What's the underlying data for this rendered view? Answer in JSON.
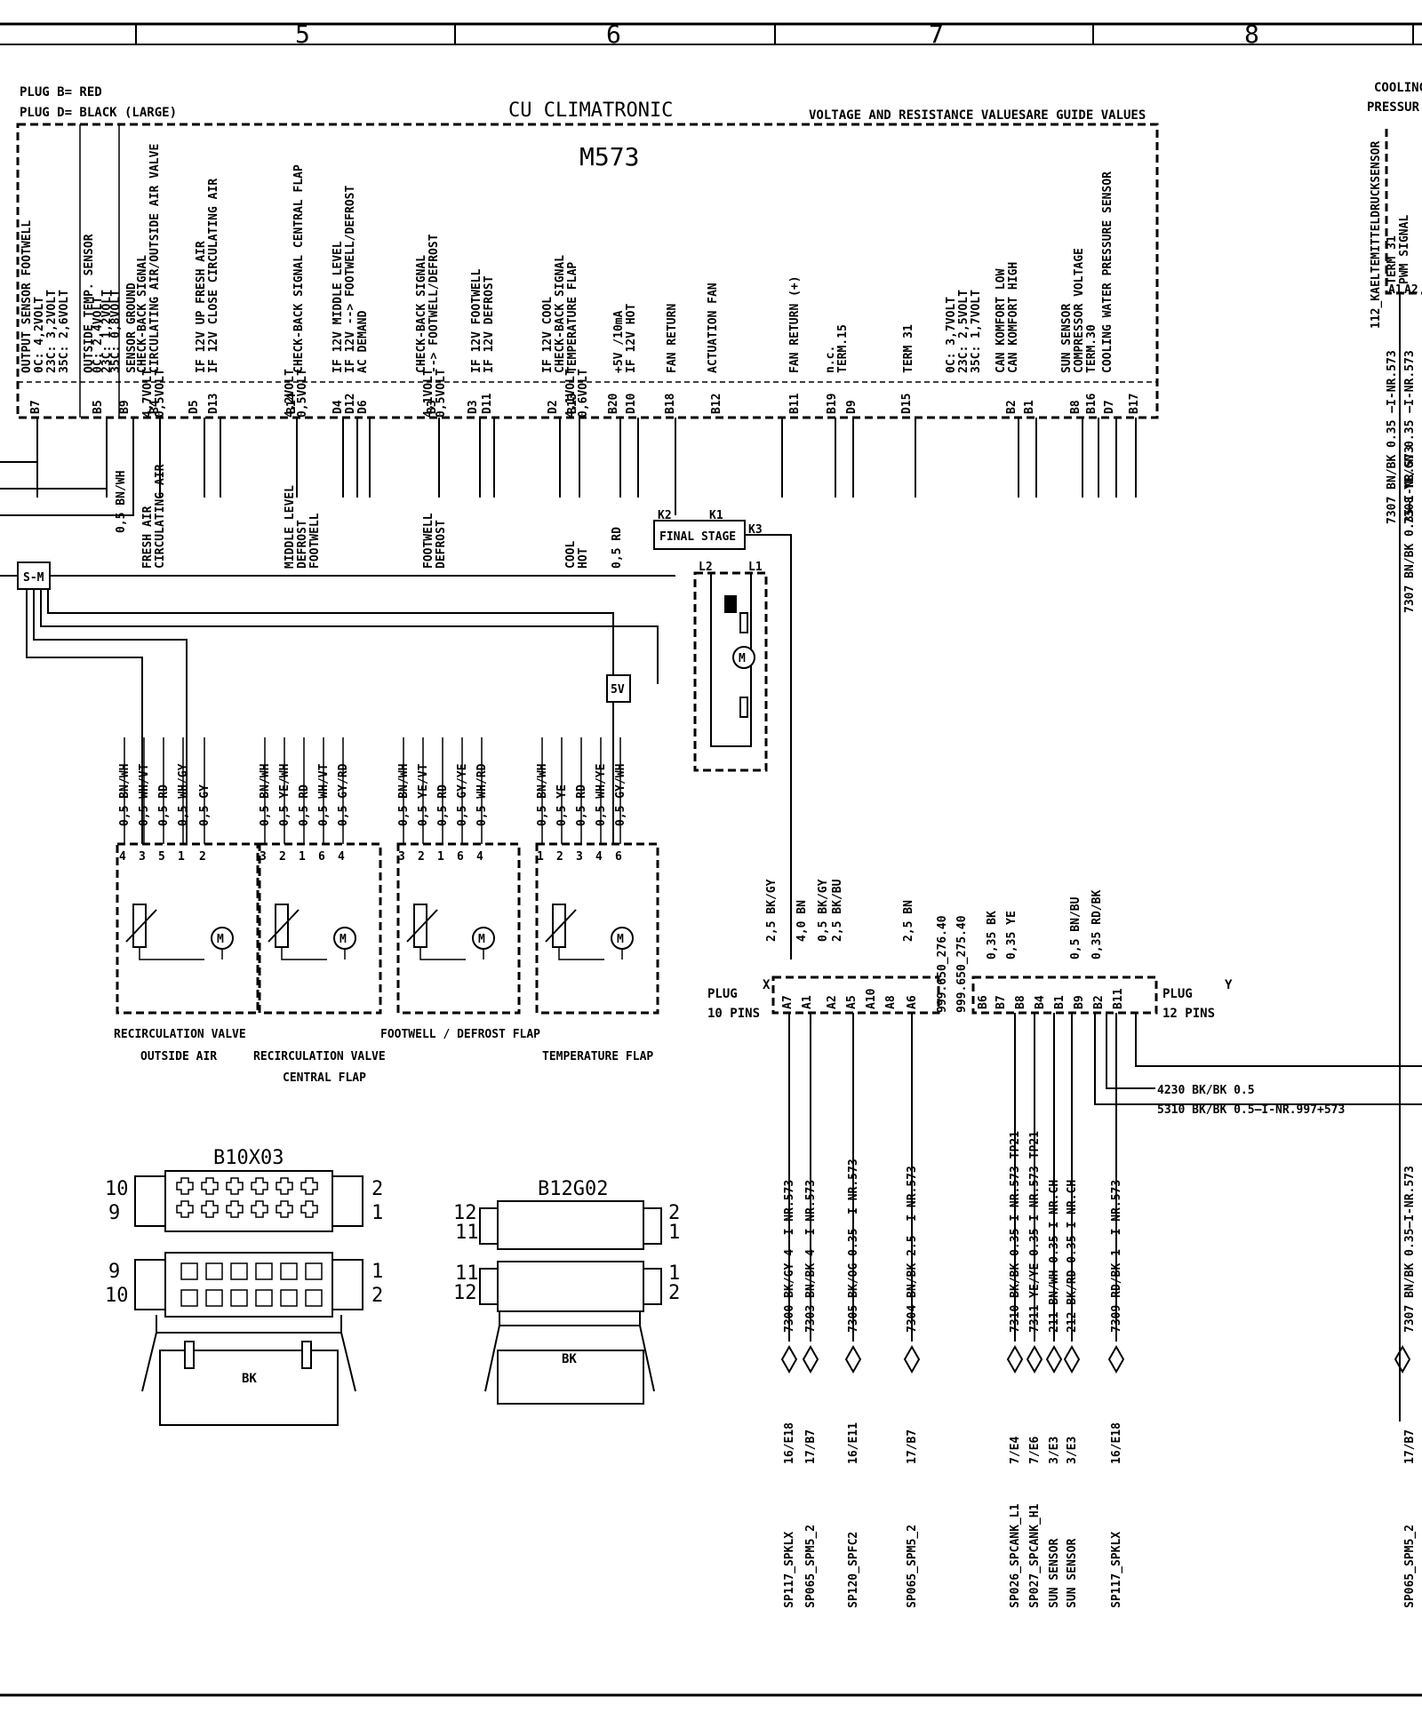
{
  "grid": {
    "columns": [
      "5",
      "6",
      "7",
      "8"
    ]
  },
  "header": {
    "plug_b": "PLUG B= RED",
    "plug_d": "PLUG D= BLACK (LARGE)",
    "cu_title": "CU CLIMATRONIC",
    "guide_note": "VOLTAGE AND RESISTANCE VALUESARE GUIDE VALUES",
    "module_id": "M573",
    "cooling_1": "COOLING",
    "cooling_2": "PRESSUR"
  },
  "module_functions": [
    "OUTPUT SENSOR FOOTWELL",
    "0C: 4,2VOLT",
    "23C: 3,2VOLT",
    "35C: 2,6VOLT",
    "OUTSIDE TEMP. SENSOR",
    "0C: 2,4VOLT",
    "23C: 1,2VOLT",
    "35C: 0,8VOLT",
    "SENSOR GROUND",
    "CHECK-BACK SIGNAL",
    "CIRCULATING AIR/OUTSIDE AIR VALVE",
    "IF 12V UP FRESH AIR",
    "IF 12V CLOSE CIRCULATING AIR",
    "CHECK-BACK SIGNAL CENTRAL FLAP",
    "IF 12V MIDDLE LEVEL",
    "IF 12V --> FOOTWELL/DEFROST",
    "AC DEMAND",
    "CHECK-BACK SIGNAL",
    "--> FOOTWELL/DEFROST",
    "IF 12V FOOTWELL",
    "IF 12V DEFROST",
    "IF 12V COOL",
    "CHECK-BACK SIGNAL",
    "TEMPERATURE FLAP",
    "+5V /10mA",
    "IF 12V HOT",
    "FAN RETURN",
    "ACTUATION FAN",
    "FAN RETURN (+)",
    "n.c.",
    "TERM.15",
    "TERM 31",
    "0C: 3,7VOLT",
    "23C: 2,5VOLT",
    "35C: 1,7VOLT",
    "CAN KOMFORT LOW",
    "CAN KOMFORT HIGH",
    "SUN SENSOR",
    "COMPRESSOR VOLTAGE",
    "TERM.30",
    "COOLING WATER PRESSURE SENSOR"
  ],
  "module_pins": [
    "B7",
    "B5",
    "B9",
    "B4",
    "D5",
    "D13",
    "B14",
    "D4",
    "D12",
    "D6",
    "B3",
    "D3",
    "D11",
    "D2",
    "B13",
    "B20",
    "D10",
    "B18",
    "B12",
    "B11",
    "B19",
    "D9",
    "D15",
    "B2",
    "B1",
    "B8",
    "B16",
    "D7",
    "B17"
  ],
  "signal_values": [
    "0,5 BN/WH",
    "FRESH AIR",
    "CIRCULATING AIR",
    "4,7VOLT",
    "0,5VOLT",
    "MIDDLE LEVEL",
    "DEFROST",
    "FOOTWELL",
    "4,2VOLT",
    "0,5VOLT",
    "FOOTWELL",
    "DEFROST",
    "4,1VOLT",
    "0,5VOLT",
    "COOL",
    "HOT",
    "4,1VOLT",
    "0,6VOLT",
    "0,5 RD"
  ],
  "final_stage": {
    "label": "FINAL STAGE",
    "k1": "K1",
    "k2": "K2",
    "k3": "K3",
    "l1": "L1",
    "l2": "L2"
  },
  "junctions": {
    "sm": "S-M",
    "fivev": "5V"
  },
  "actuator_wires": [
    "0,5 BN/WH",
    "0,5 WH/VT",
    "0,5 RD",
    "0,5 WH/GY",
    "0,5 GY",
    "0,5 BN/WH",
    "0,5 YE/WH",
    "0,5 RD",
    "0,5 WH/VT",
    "0,5 GY/RD",
    "0,5 BN/WH",
    "0,5 YE/VT",
    "0,5 RD",
    "0,5 GY/YE",
    "0,5 WH/RD",
    "0,5 BN/WH",
    "0,5 YE",
    "0,5 RD",
    "0,5 WH/YE",
    "0,5 GY/WH"
  ],
  "actuator_pins": [
    "4",
    "3",
    "5",
    "1",
    "2",
    "3",
    "2",
    "1",
    "6",
    "4",
    "3",
    "2",
    "1",
    "6",
    "4",
    "1",
    "2",
    "3",
    "4",
    "6"
  ],
  "actuator_labels": {
    "recirc_outside_1": "RECIRCULATION VALVE",
    "recirc_outside_2": "OUTSIDE AIR",
    "recirc_central_1": "RECIRCULATION VALVE",
    "recirc_central_2": "CENTRAL FLAP",
    "footwell": "FOOTWELL / DEFROST FLAP",
    "temperature": "TEMPERATURE FLAP"
  },
  "plug_x": {
    "letter": "X",
    "name": "PLUG",
    "pins_label": "10 PINS",
    "pins": [
      "A7",
      "A1",
      "A2",
      "A5",
      "A10",
      "A8",
      "A6"
    ],
    "wires": [
      "2,5 BK/GY",
      "4,0 BN",
      "0,5 BK/GY",
      "2,5 BK/BU",
      "2,5 BN"
    ],
    "refs": [
      "999.650_276.40",
      "999.650_275.40"
    ]
  },
  "plug_y": {
    "letter": "Y",
    "name": "PLUG",
    "pins_label": "12 PINS",
    "pins": [
      "B6",
      "B7",
      "B8",
      "B4",
      "B1",
      "B9",
      "B2",
      "B11"
    ],
    "wires": [
      "0,35 BK",
      "0,35 YE",
      "0,5 BN/BU",
      "0,35 RD/BK"
    ]
  },
  "horizontal_wires": [
    "4230 BK/BK 0.5",
    "5310 BK/BK 0.5—I-NR.997+573"
  ],
  "harness_left": [
    "7300 BK/GY 4——I-NR.573",
    "7303 BN/BK 4——I-NR.573",
    "7305 BK/OG 0.35——I-NR.573",
    "7304 BN/BK 2.5——I-NR.573"
  ],
  "harness_right": [
    "7310 BK/BK 0.35—I-NR.573—TP21",
    "7311 YE/YE 0.35—I-NR.573—TP21",
    "211 BN/WH 0.35—I-NR.CH",
    "212 BK/RD 0.35—I-NR.CH",
    "7309 RD/BK 1——I-NR.573"
  ],
  "harness_far": [
    "7307 BN/BK 0.35—I-NR.573",
    "7307 BN/BK 0.35—I-NR.573"
  ],
  "conn_refs": [
    "16/E18",
    "17/B7",
    "16/E11",
    "17/B7",
    "7/E4",
    "7/E6",
    "3/E3",
    "3/E3",
    "16/E18",
    "17/B7"
  ],
  "sp_labels": [
    "SP117_SPKLX",
    "SP065_SPM5_2",
    "SP120_SPFC2",
    "SP065_SPM5_2",
    "SP026_SPCANK_L1",
    "SP027_SPCANK_H1",
    "SUN SENSOR",
    "SUN SENSOR",
    "SP117_SPKLX",
    "SP065_SPM5_2"
  ],
  "misc_right": [
    "112_KAELTEMITTELDRUCKSENSOR",
    "TERM 31",
    "PWM SIGNAL",
    "A1",
    "A2",
    "7307 BN/BK 0.35 —I-NR.573",
    "7308 YE/GN 0.35 —I-NR.573"
  ],
  "connector_b10": {
    "title": "B10X03",
    "n10": "10",
    "n9": "9",
    "n2": "2",
    "n1": "1",
    "b9": "9",
    "b10": "10",
    "b1": "1",
    "b2": "2",
    "color": "BK"
  },
  "connector_b12": {
    "title": "B12G02",
    "n12": "12",
    "n11": "11",
    "n2": "2",
    "n1": "1",
    "b11": "11",
    "b12": "12",
    "b1": "1",
    "b2": "2",
    "color": "BK"
  }
}
